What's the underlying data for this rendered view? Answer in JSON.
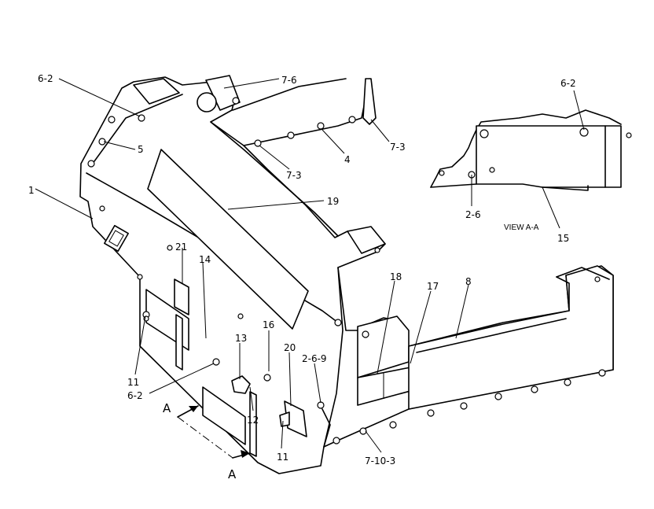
{
  "callouts": {
    "c6_2_top": "6-2",
    "c7_6": "7-6",
    "c1": "1",
    "c5": "5",
    "c4": "4",
    "c7_3_a": "7-3",
    "c7_3_b": "7-3",
    "c19": "19",
    "c21": "21",
    "c14": "14",
    "c18": "18",
    "c17": "17",
    "c8": "8",
    "c16": "16",
    "c13": "13",
    "c20": "20",
    "c2_6_9": "2-6-9",
    "c11_left": "11",
    "c6_2_mid": "6-2",
    "c12": "12",
    "c11_right": "11",
    "c7_10_3": "7-10-3",
    "c6_2_view": "6-2",
    "c2_6": "2-6",
    "c15": "15"
  },
  "section_marks": {
    "a_upper": "A",
    "a_lower": "A"
  },
  "view_label": "VIEW A-A"
}
